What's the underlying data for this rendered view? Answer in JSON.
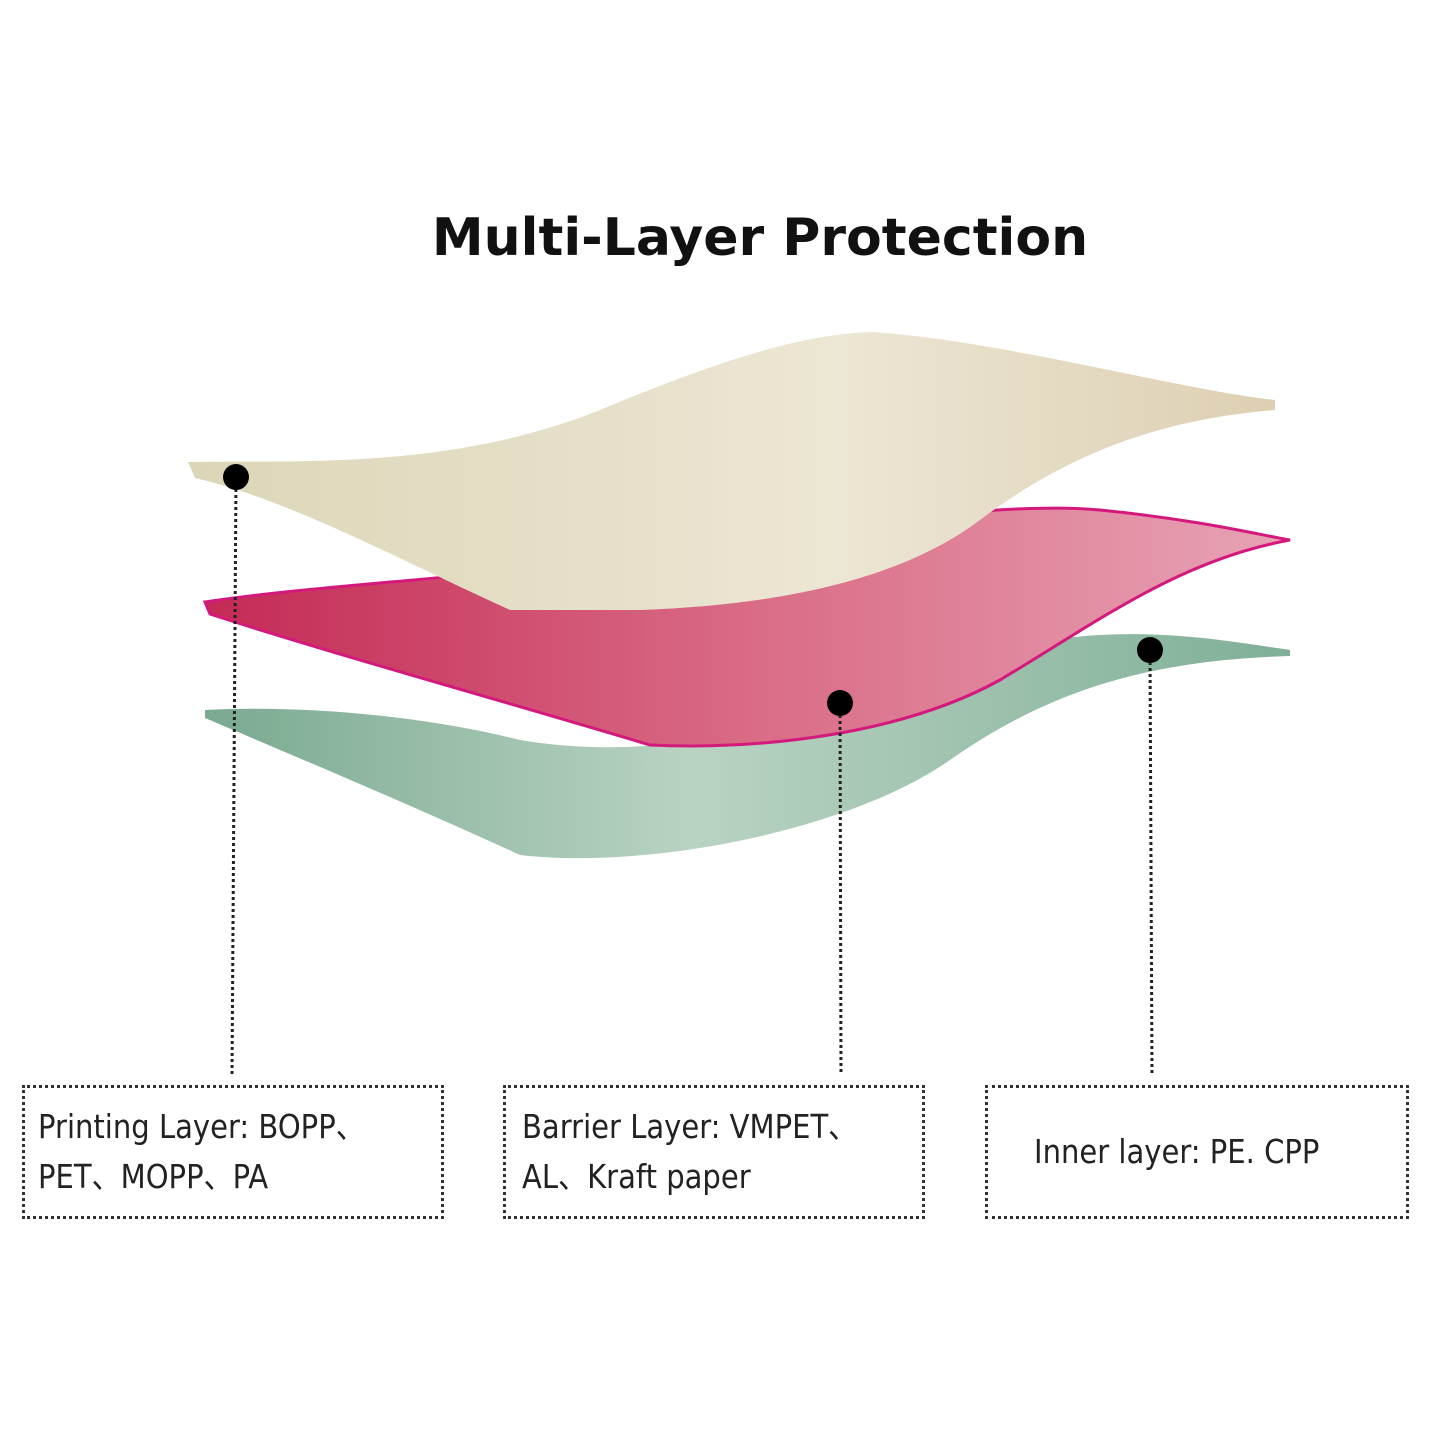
{
  "title": "Multi-Layer Protection",
  "layers": [
    {
      "label": "Printing Layer: BOPP、\nPET、MOPP、PA",
      "color": "#e3dcc4"
    },
    {
      "label": "Barrier Layer: VMPET、\nAL、Kraft paper",
      "color": "#d2456a"
    },
    {
      "label": "Inner layer: PE. CPP",
      "color": "#8fb8a1"
    }
  ]
}
